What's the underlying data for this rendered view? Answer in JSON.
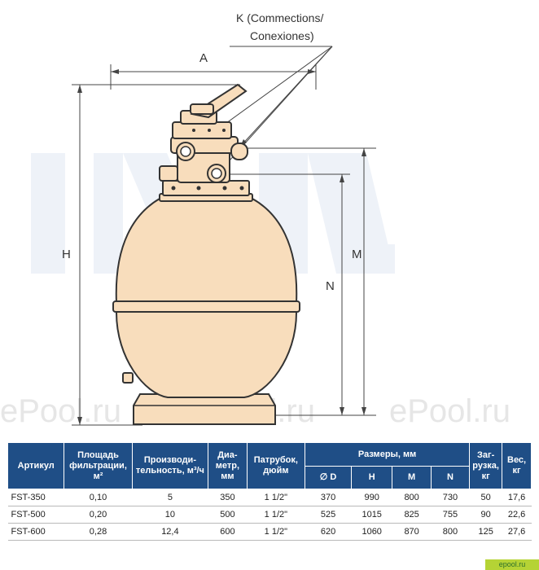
{
  "diagram": {
    "callout_line1": "K (Commections/",
    "callout_line2": "Conexiones)",
    "label_a": "A",
    "label_h": "H",
    "label_m": "M",
    "label_n": "N",
    "watermark": "ePool.ru"
  },
  "table": {
    "header": {
      "article": "Артикул",
      "area": "Площадь фильтрации, м²",
      "capacity": "Производи-тельность, м³/ч",
      "diameter": "Диа-метр, мм",
      "outlet": "Патрубок, дюйм",
      "sizes": "Размеры, мм",
      "size_d": "∅ D",
      "size_h": "H",
      "size_m": "M",
      "size_n": "N",
      "load": "Заг-рузка, кг",
      "weight": "Вес, кг"
    },
    "rows": [
      {
        "article": "FST-350",
        "area": "0,10",
        "capacity": "5",
        "diameter": "350",
        "outlet": "1 1/2\"",
        "d": "370",
        "h": "990",
        "m": "800",
        "n": "730",
        "load": "50",
        "weight": "17,6"
      },
      {
        "article": "FST-500",
        "area": "0,20",
        "capacity": "10",
        "diameter": "500",
        "outlet": "1 1/2\"",
        "d": "525",
        "h": "1015",
        "m": "825",
        "n": "755",
        "load": "90",
        "weight": "22,6"
      },
      {
        "article": "FST-600",
        "area": "0,28",
        "capacity": "12,4",
        "diameter": "600",
        "outlet": "1 1/2\"",
        "d": "620",
        "h": "1060",
        "m": "870",
        "n": "800",
        "load": "125",
        "weight": "27,6"
      }
    ]
  },
  "corner_logo": "epool.ru",
  "colors": {
    "header_bg": "#1f4e86",
    "tank_fill": "#f8ddbc",
    "background_logo": "#eef2f8",
    "corner_badge": "#b5d335"
  }
}
